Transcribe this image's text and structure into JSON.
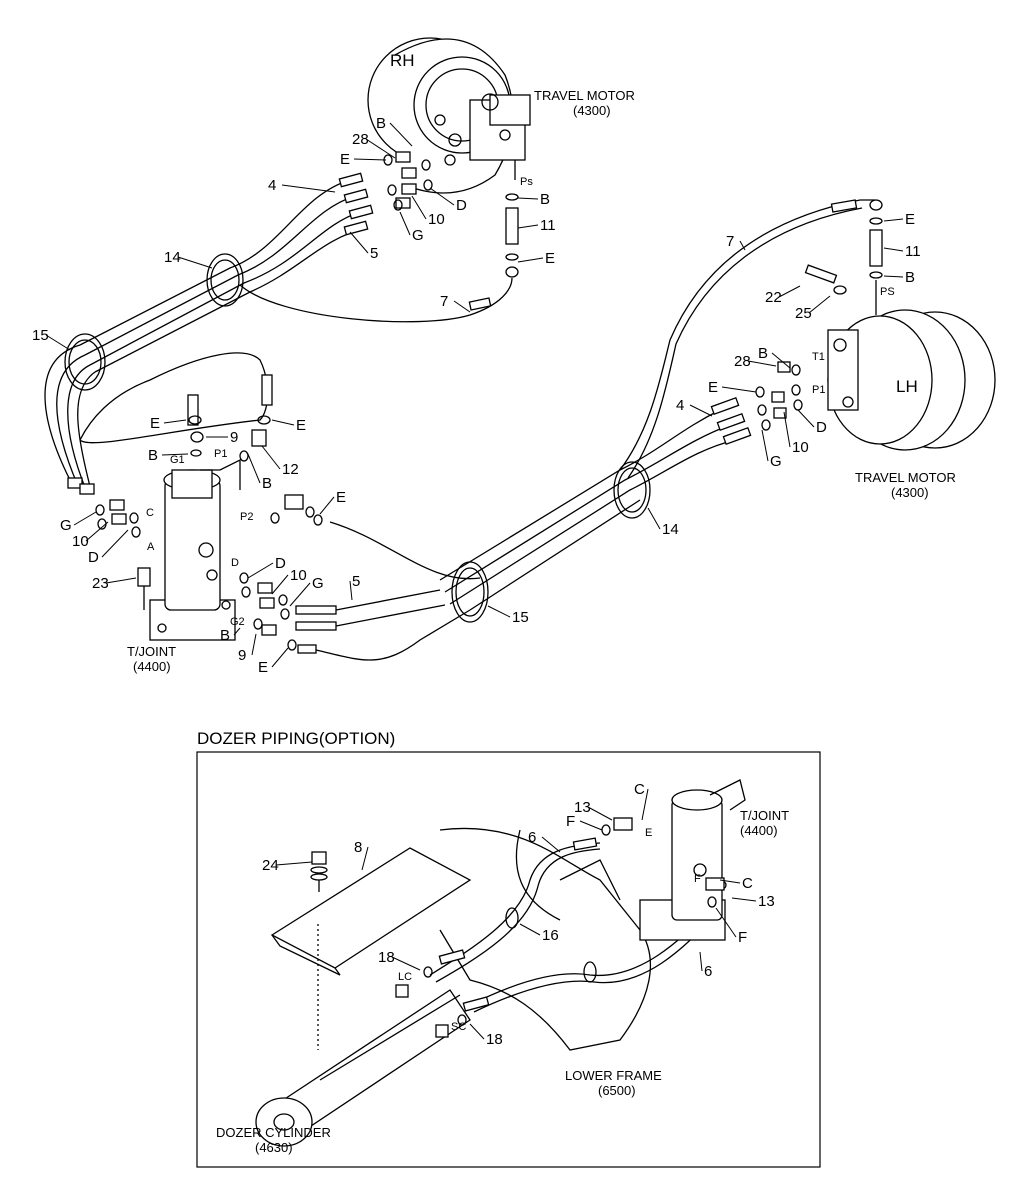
{
  "upper": {
    "rh_motor": {
      "tag": "RH",
      "name": "TRAVEL MOTOR",
      "code": "(4300)"
    },
    "lh_motor": {
      "tag": "LH",
      "name": "TRAVEL MOTOR",
      "code": "(4300)"
    },
    "tjoint": {
      "name": "T/JOINT",
      "code": "(4400)"
    },
    "ports": {
      "ps1": "Ps",
      "ps2": "PS",
      "p1": "P1",
      "p2": "P2",
      "g1": "G1",
      "g2": "G2",
      "a": "A",
      "c": "C",
      "d": "D",
      "t1": "T1",
      "p1b": "P1"
    },
    "callouts": [
      {
        "id": "rh-b1",
        "text": "B"
      },
      {
        "id": "rh-28",
        "text": "28"
      },
      {
        "id": "rh-e",
        "text": "E"
      },
      {
        "id": "rh-4",
        "text": "4"
      },
      {
        "id": "rh-g",
        "text": "G"
      },
      {
        "id": "rh-10",
        "text": "10"
      },
      {
        "id": "rh-d",
        "text": "D"
      },
      {
        "id": "rh-5",
        "text": "5"
      },
      {
        "id": "rh-b2",
        "text": "B"
      },
      {
        "id": "rh-11",
        "text": "11"
      },
      {
        "id": "rh-e2",
        "text": "E"
      },
      {
        "id": "u-14a",
        "text": "14"
      },
      {
        "id": "u-15a",
        "text": "15"
      },
      {
        "id": "u-7a",
        "text": "7"
      },
      {
        "id": "u-7b",
        "text": "7"
      },
      {
        "id": "lh-e1",
        "text": "E"
      },
      {
        "id": "lh-11",
        "text": "11"
      },
      {
        "id": "lh-b1",
        "text": "B"
      },
      {
        "id": "lh-22",
        "text": "22"
      },
      {
        "id": "lh-25",
        "text": "25"
      },
      {
        "id": "lh-28",
        "text": "28"
      },
      {
        "id": "lh-b2",
        "text": "B"
      },
      {
        "id": "lh-e2",
        "text": "E"
      },
      {
        "id": "lh-4",
        "text": "4"
      },
      {
        "id": "lh-d",
        "text": "D"
      },
      {
        "id": "lh-g",
        "text": "G"
      },
      {
        "id": "lh-10",
        "text": "10"
      },
      {
        "id": "u-14b",
        "text": "14"
      },
      {
        "id": "u-15b",
        "text": "15"
      },
      {
        "id": "u-5b",
        "text": "5"
      },
      {
        "id": "tj-e1",
        "text": "E"
      },
      {
        "id": "tj-9a",
        "text": "9"
      },
      {
        "id": "tj-b1",
        "text": "B"
      },
      {
        "id": "tj-e2",
        "text": "E"
      },
      {
        "id": "tj-12",
        "text": "12"
      },
      {
        "id": "tj-b2",
        "text": "B"
      },
      {
        "id": "tj-e3",
        "text": "E"
      },
      {
        "id": "tj-g1",
        "text": "G"
      },
      {
        "id": "tj-10a",
        "text": "10"
      },
      {
        "id": "tj-d1",
        "text": "D"
      },
      {
        "id": "tj-23",
        "text": "23"
      },
      {
        "id": "tj-d2",
        "text": "D"
      },
      {
        "id": "tj-10b",
        "text": "10"
      },
      {
        "id": "tj-g2",
        "text": "G"
      },
      {
        "id": "tj-b3",
        "text": "B"
      },
      {
        "id": "tj-9b",
        "text": "9"
      },
      {
        "id": "tj-e4",
        "text": "E"
      }
    ]
  },
  "dozer": {
    "title": "DOZER PIPING(OPTION)",
    "tjoint": {
      "name": "T/JOINT",
      "code": "(4400)"
    },
    "lower_frame": {
      "name": "LOWER FRAME",
      "code": "(6500)"
    },
    "cylinder": {
      "name": "DOZER CYLINDER",
      "code": "(4630)"
    },
    "ports": {
      "lc": "LC",
      "sc": "SC",
      "e": "E",
      "f": "F"
    },
    "callouts": [
      {
        "id": "dz-13a",
        "text": "13"
      },
      {
        "id": "dz-c1",
        "text": "C"
      },
      {
        "id": "dz-f1",
        "text": "F"
      },
      {
        "id": "dz-6a",
        "text": "6"
      },
      {
        "id": "dz-8",
        "text": "8"
      },
      {
        "id": "dz-24",
        "text": "24"
      },
      {
        "id": "dz-c2",
        "text": "C"
      },
      {
        "id": "dz-13b",
        "text": "13"
      },
      {
        "id": "dz-f2",
        "text": "F"
      },
      {
        "id": "dz-16",
        "text": "16"
      },
      {
        "id": "dz-18a",
        "text": "18"
      },
      {
        "id": "dz-6b",
        "text": "6"
      },
      {
        "id": "dz-18b",
        "text": "18"
      }
    ]
  }
}
